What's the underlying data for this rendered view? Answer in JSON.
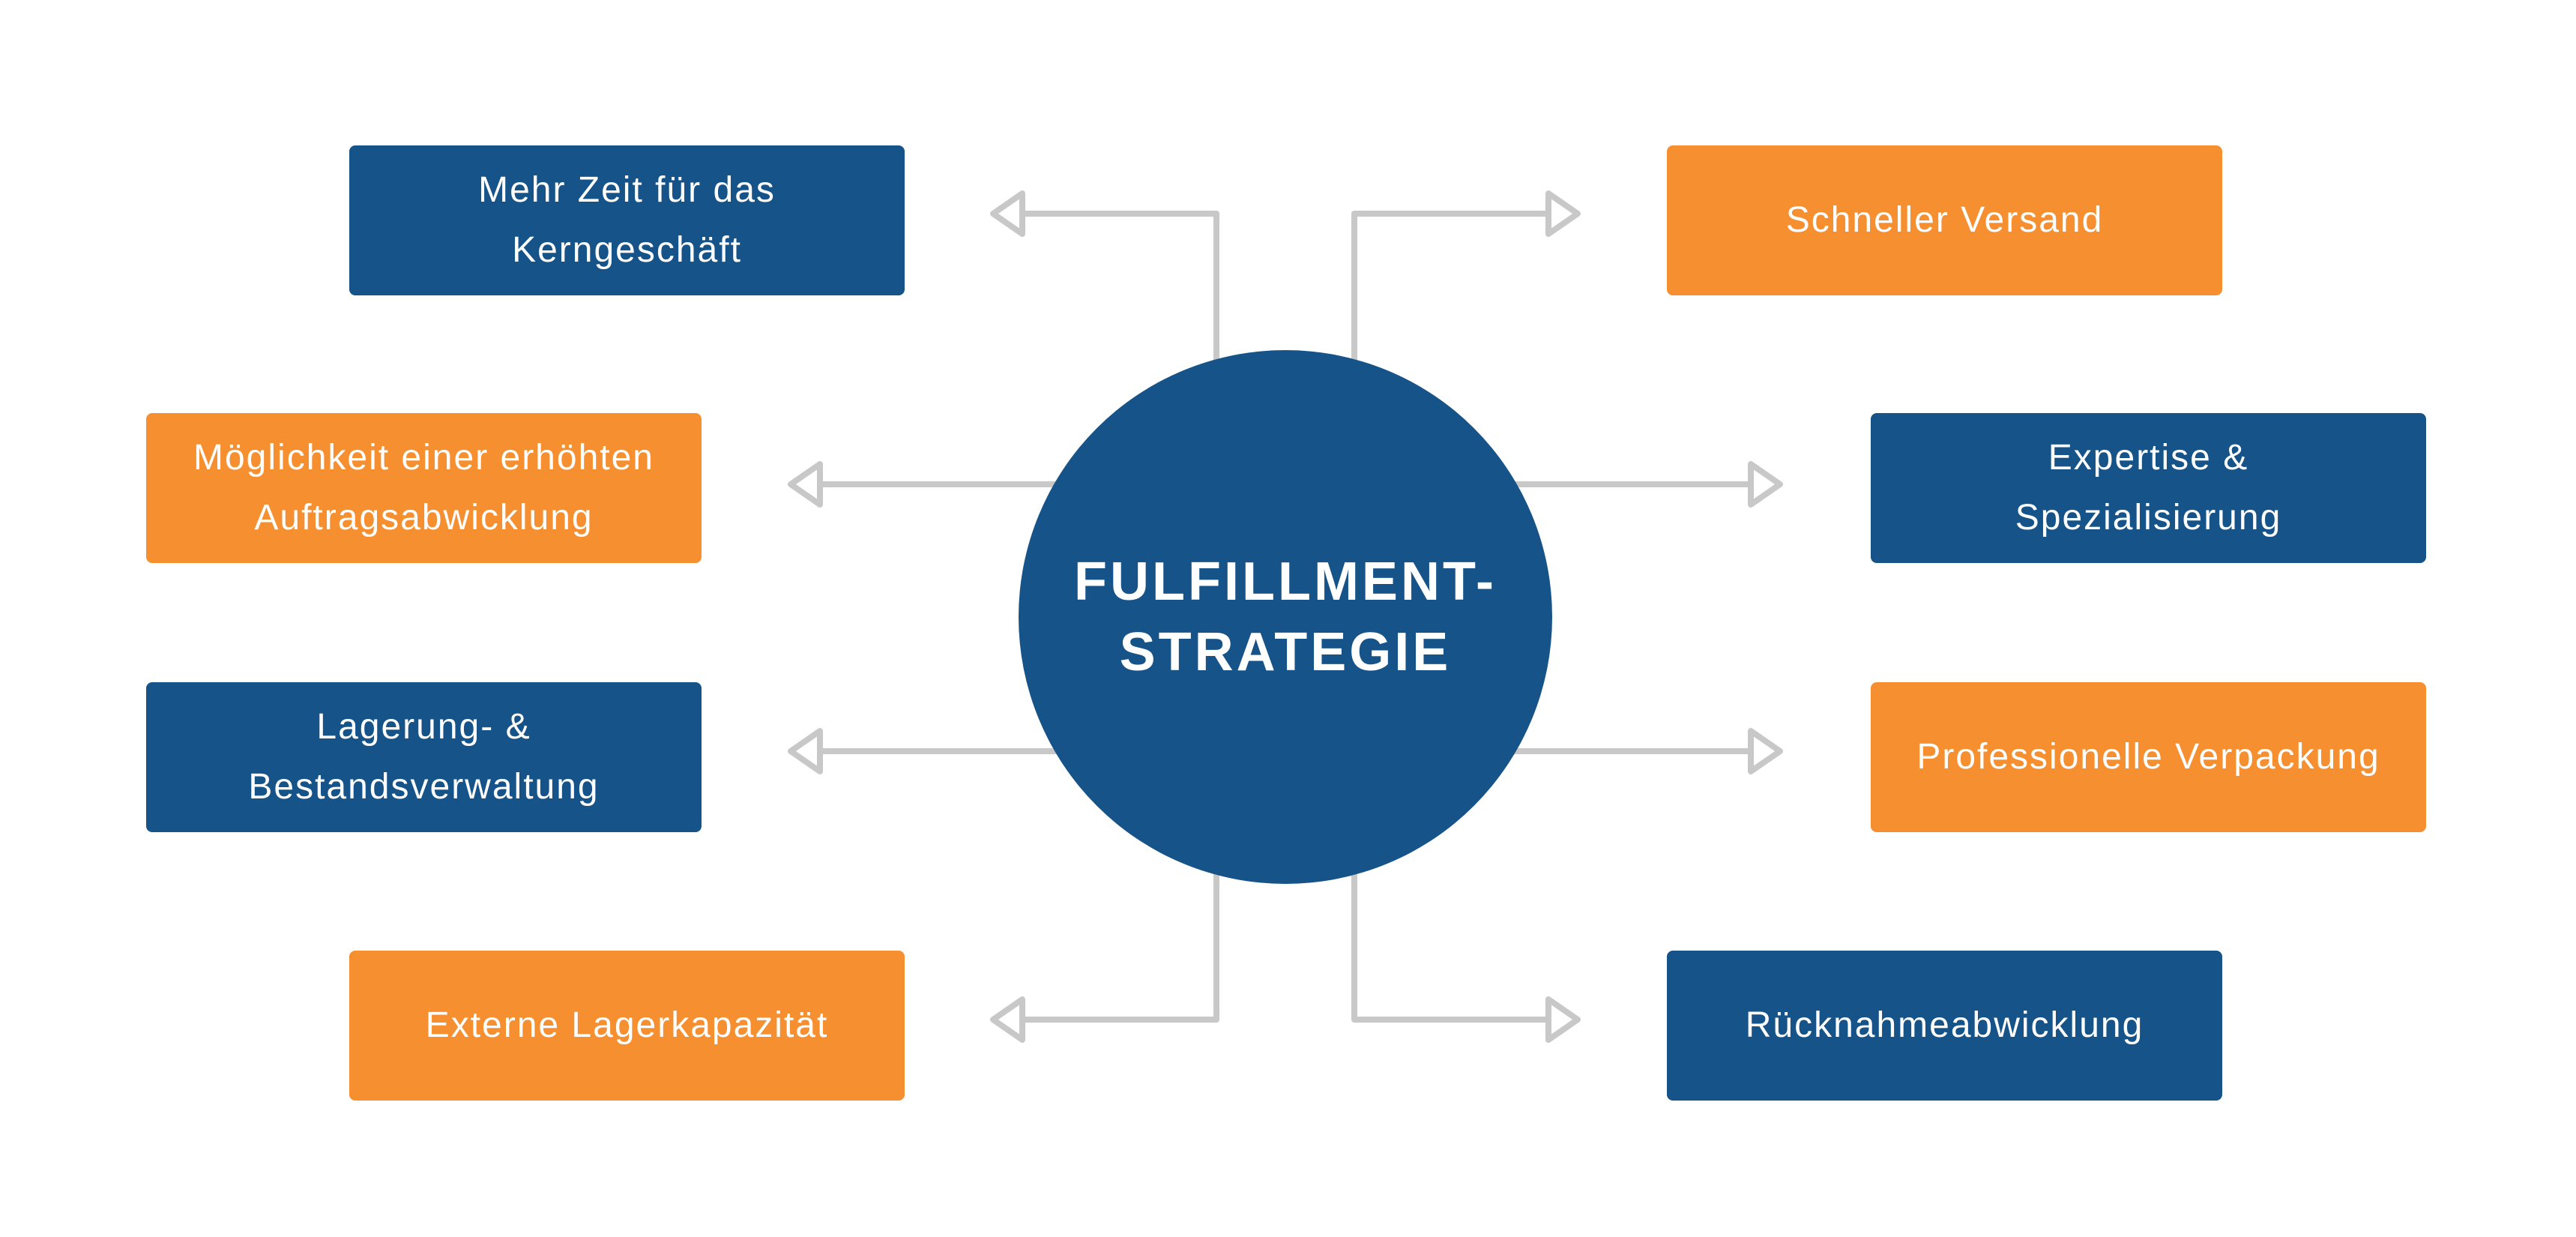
{
  "diagram": {
    "type": "hub-and-spoke",
    "center": {
      "label": "FULFILLMENT-\nSTRATEGIE",
      "color": "#155389"
    },
    "colors": {
      "blue": "#155389",
      "orange": "#F68F30",
      "connector": "#C8C8C8",
      "text": "#FFFFFF"
    },
    "nodes": [
      {
        "id": "top-left",
        "label": "Mehr Zeit für das\nKerngeschäft",
        "color": "blue",
        "side": "left"
      },
      {
        "id": "mid-left-1",
        "label": "Möglichkeit einer erhöhten\nAuftragsabwicklung",
        "color": "orange",
        "side": "left"
      },
      {
        "id": "mid-left-2",
        "label": "Lagerung- &\nBestandsverwaltung",
        "color": "blue",
        "side": "left"
      },
      {
        "id": "bottom-left",
        "label": "Externe Lagerkapazität",
        "color": "orange",
        "side": "left"
      },
      {
        "id": "top-right",
        "label": "Schneller Versand",
        "color": "orange",
        "side": "right"
      },
      {
        "id": "mid-right-1",
        "label": "Expertise &\nSpezialisierung",
        "color": "blue",
        "side": "right"
      },
      {
        "id": "mid-right-2",
        "label": "Professionelle Verpackung",
        "color": "orange",
        "side": "right"
      },
      {
        "id": "bottom-right",
        "label": "Rücknahmeabwicklung",
        "color": "blue",
        "side": "right"
      }
    ],
    "edges": [
      {
        "from": "center",
        "to": "top-left",
        "arrow": "outward"
      },
      {
        "from": "center",
        "to": "mid-left-1",
        "arrow": "outward"
      },
      {
        "from": "center",
        "to": "mid-left-2",
        "arrow": "outward"
      },
      {
        "from": "center",
        "to": "bottom-left",
        "arrow": "outward"
      },
      {
        "from": "center",
        "to": "top-right",
        "arrow": "outward"
      },
      {
        "from": "center",
        "to": "mid-right-1",
        "arrow": "outward"
      },
      {
        "from": "center",
        "to": "mid-right-2",
        "arrow": "outward"
      },
      {
        "from": "center",
        "to": "bottom-right",
        "arrow": "outward"
      }
    ]
  }
}
